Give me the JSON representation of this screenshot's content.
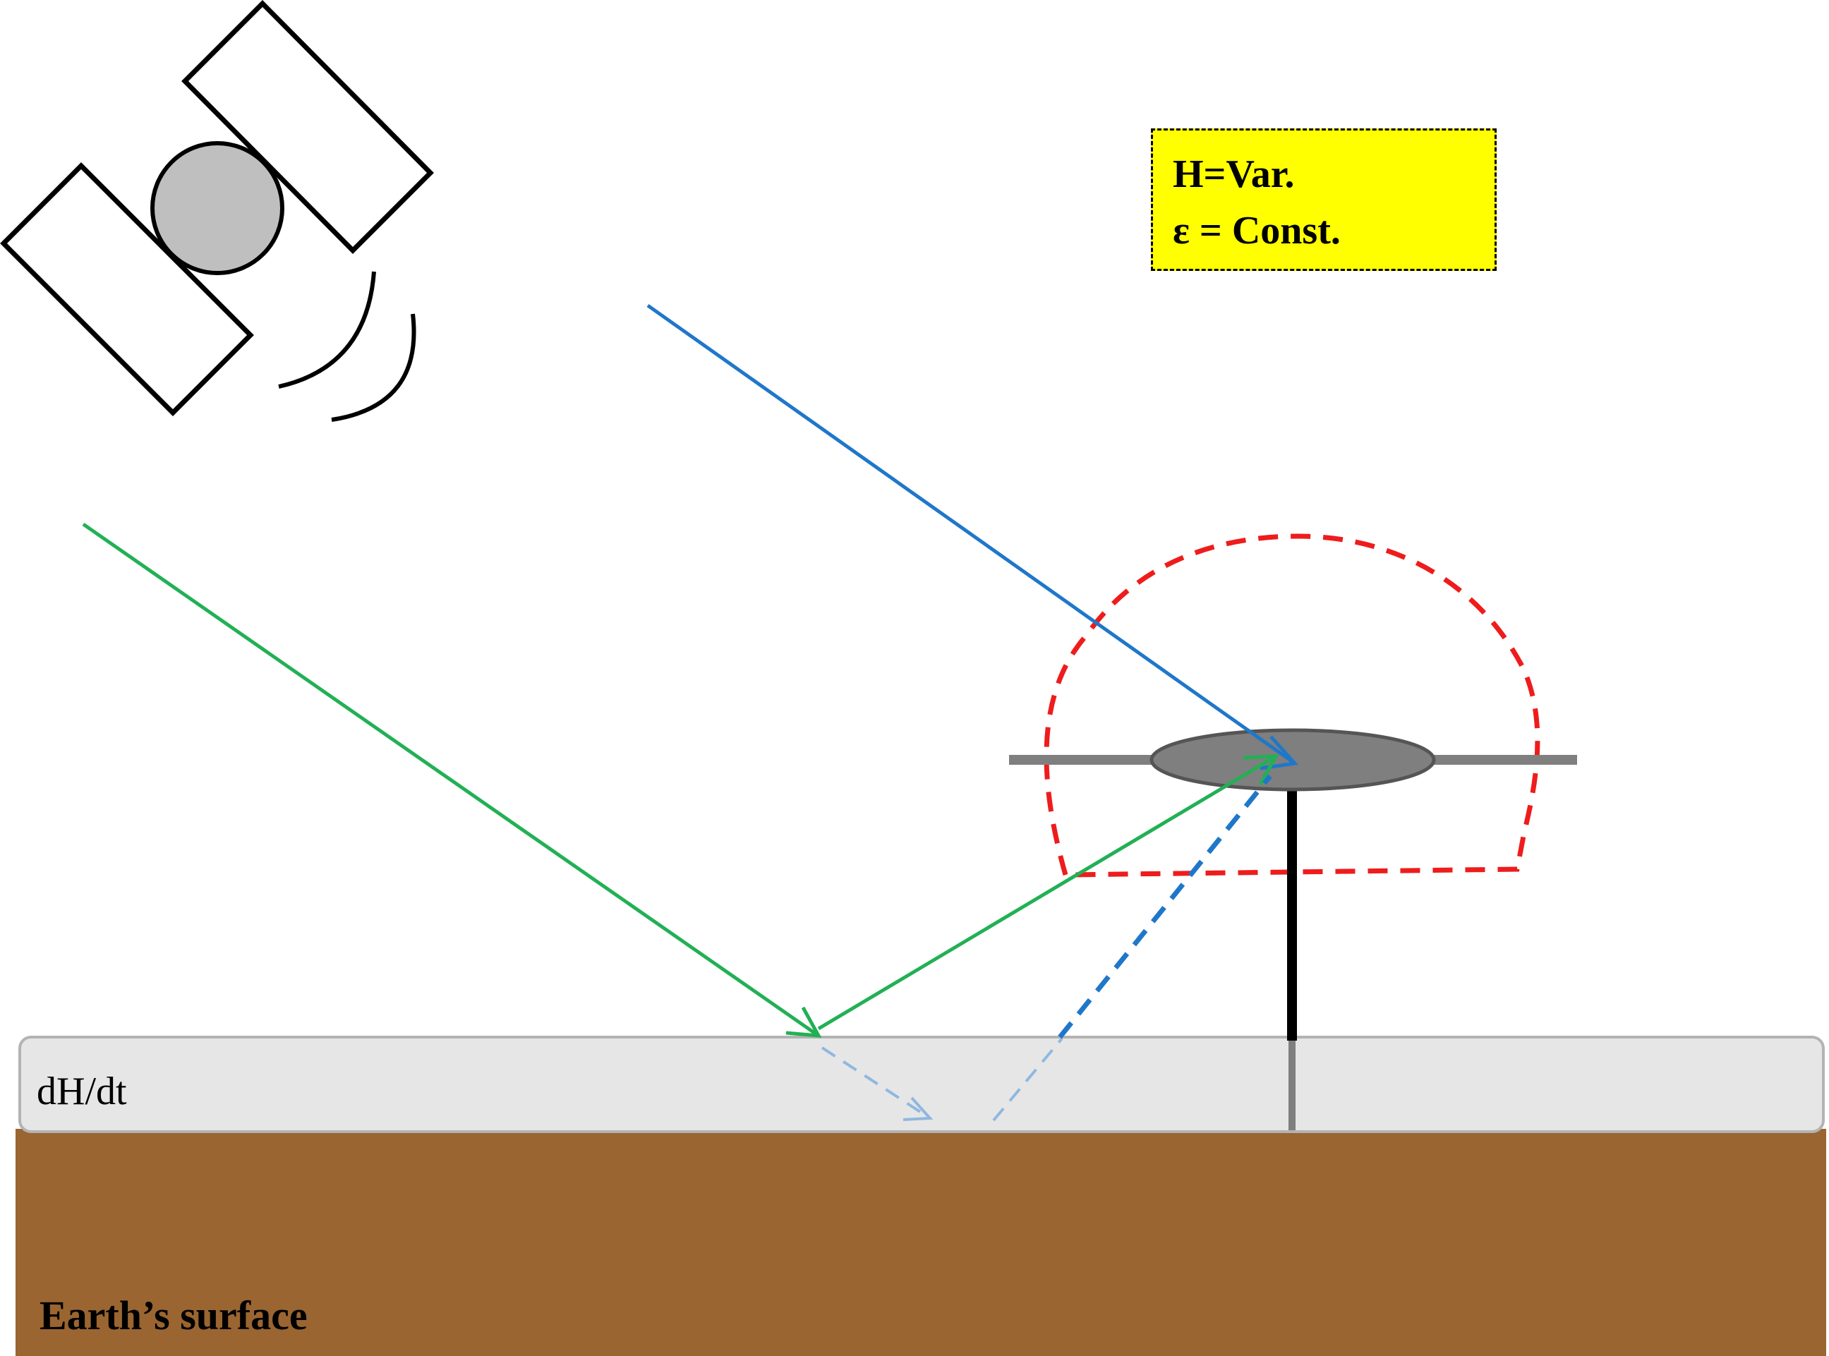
{
  "info_box": {
    "line1": "H=Var.",
    "line2": "ε = Const."
  },
  "layer_label": "dH/dt",
  "surface_label": "Earth’s surface",
  "colors": {
    "direct_signal": "#1f77c9",
    "reflected_signal": "#22b055",
    "antenna_pattern": "#ee1c1c",
    "snow_layer": "#e6e6e6",
    "earth": "#9a6531",
    "info_box": "#ffff00",
    "satellite_body": "#bfbfbf",
    "antenna": "#7f7f7f"
  }
}
